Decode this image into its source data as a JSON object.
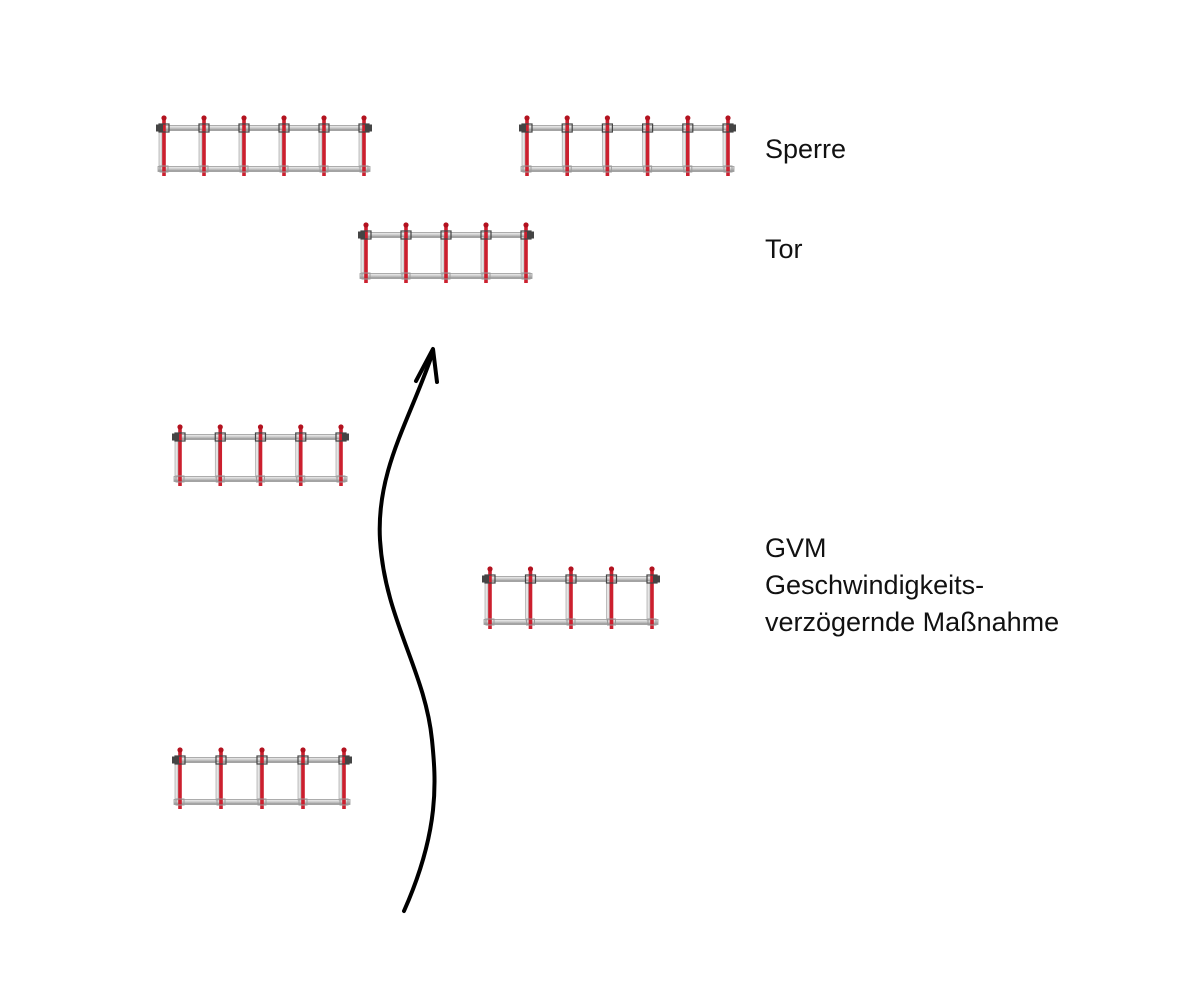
{
  "labels": {
    "sperre": "Sperre",
    "tor": "Tor",
    "gvm": {
      "line1": "GVM",
      "line2": "Geschwindigkeits-",
      "line3": "verzögernde Maßnahme"
    }
  },
  "colors": {
    "post": "#cc1f2e",
    "cap": "#b3121f",
    "rail": "#9a9a9a",
    "rail_light": "#e6e6e6",
    "clamp": "#444444",
    "arrow": "#000000",
    "text": "#111111"
  },
  "icons": {
    "barrier": "barrier-section-icon",
    "arrow": "vehicle-path-arrow"
  }
}
